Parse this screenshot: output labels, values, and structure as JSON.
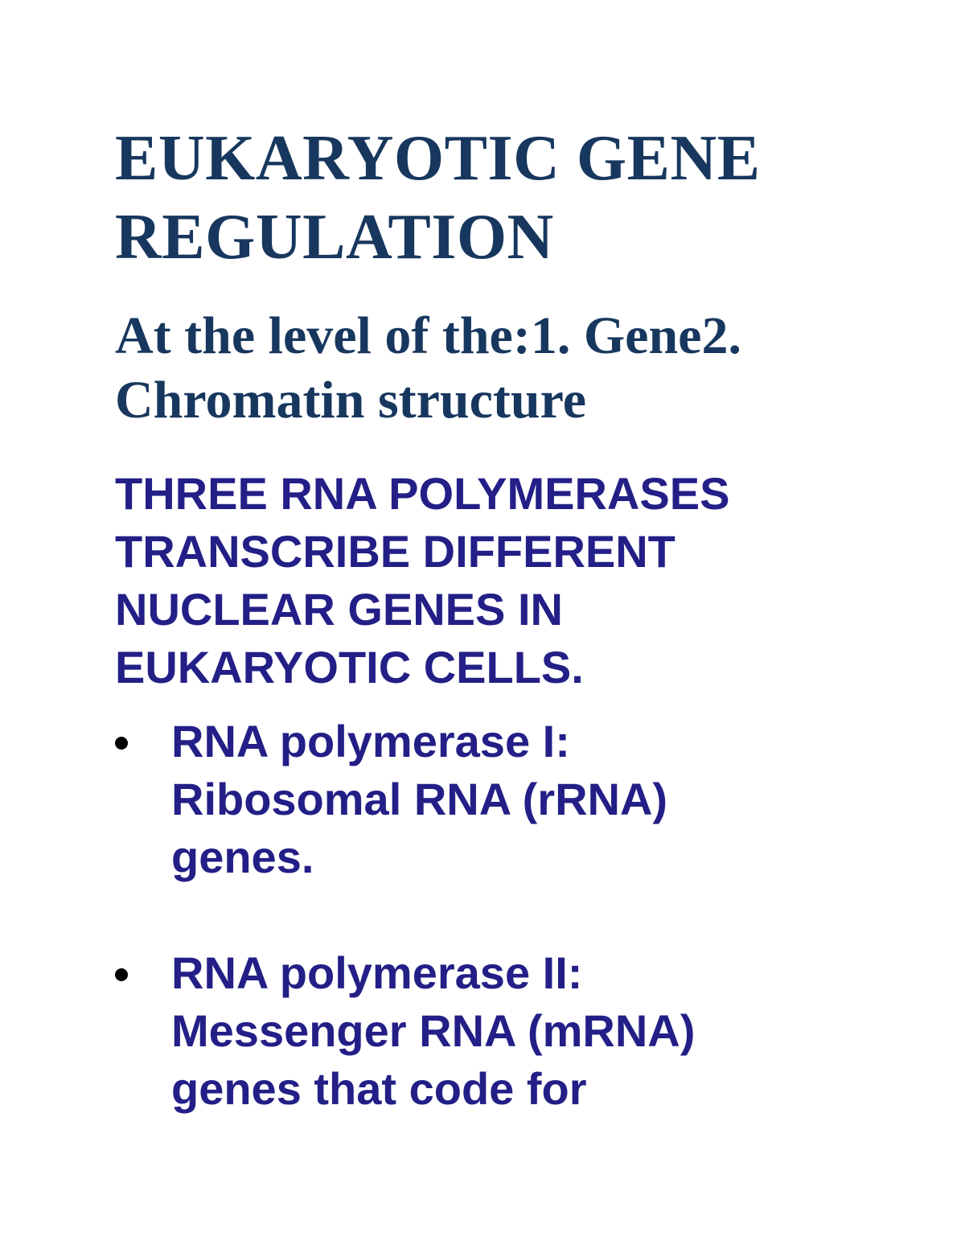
{
  "document": {
    "title_lines": [
      "EUKARYOTIC GENE",
      "REGULATION"
    ],
    "subtitle_lines": [
      "At the level of the:1. Gene2.",
      "Chromatin structure"
    ],
    "heading_lines": [
      "THREE RNA POLYMERASES",
      "TRANSCRIBE DIFFERENT",
      "NUCLEAR GENES IN",
      "EUKARYOTIC CELLS."
    ],
    "bullets": [
      {
        "lines": [
          "RNA polymerase I:",
          "Ribosomal RNA (rRNA)",
          "genes."
        ]
      },
      {
        "lines": [
          "RNA polymerase II:",
          "Messenger RNA (mRNA)",
          "genes that code for"
        ]
      }
    ]
  },
  "colors": {
    "title": "#17375e",
    "body": "#231f87",
    "bullet": "#000000"
  }
}
